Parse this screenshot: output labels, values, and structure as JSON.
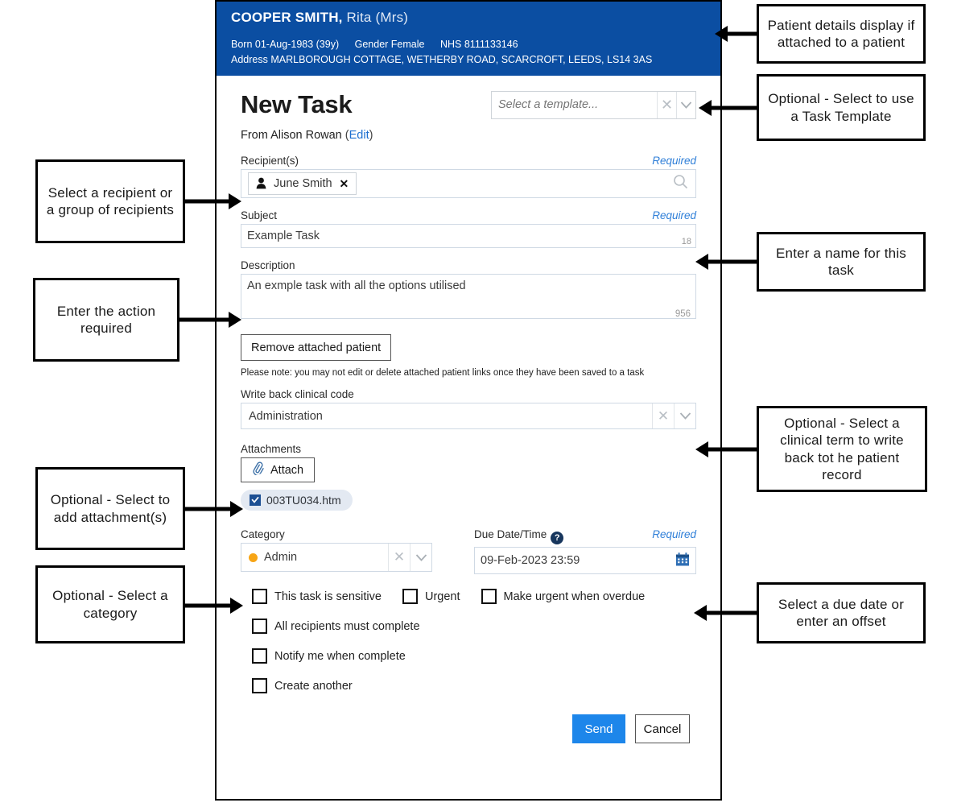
{
  "patient": {
    "surname": "COOPER SMITH,",
    "given": "Rita (Mrs)",
    "born_label": "Born",
    "born_value": "01-Aug-1983 (39y)",
    "gender_label": "Gender",
    "gender_value": "Female",
    "nhs_label": "NHS",
    "nhs_value": "8111133146",
    "address_label": "Address",
    "address_value": "MARLBOROUGH COTTAGE,   WETHERBY ROAD, SCARCROFT, LEEDS, LS14 3AS",
    "banner_color": "#0b4ea2"
  },
  "form": {
    "title": "New Task",
    "template_placeholder": "Select a template...",
    "template_clear_icon": "✕",
    "template_chevron_icon": "⌄",
    "from_prefix": "From",
    "from_name": "Alison Rowan",
    "from_open_paren": "(",
    "from_edit": "Edit",
    "from_close_paren": ")",
    "recipients_label": "Recipient(s)",
    "recipients_required": "Required",
    "recipient_chip": "June Smith",
    "recipient_chip_remove": "✕",
    "recipient_search_icon": "⌕",
    "subject_label": "Subject",
    "subject_required": "Required",
    "subject_value": "Example Task",
    "subject_counter": "18",
    "description_label": "Description",
    "description_value": "An exmple task with all the options utilised",
    "description_counter": "956",
    "remove_patient_button": "Remove attached patient",
    "patient_note": "Please note: you may not edit or delete attached patient links once they have been saved to a task",
    "clinical_code_label": "Write back clinical code",
    "clinical_code_value": "Administration",
    "clinical_clear_icon": "✕",
    "clinical_chevron_icon": "⌄",
    "attachments_label": "Attachments",
    "attach_button": "Attach",
    "attach_icon": "📎",
    "attached_file": "003TU034.htm",
    "attached_file_icon": "☑",
    "category_label": "Category",
    "category_value": "Admin",
    "category_dot_color": "#f7a516",
    "category_clear_icon": "✕",
    "category_chevron_icon": "⌄",
    "due_label": "Due Date/Time",
    "due_help_icon": "?",
    "due_required": "Required",
    "due_value": "09-Feb-2023 23:59",
    "due_calendar_icon": "Ὄ5",
    "checkboxes": [
      {
        "label": "This task is sensitive",
        "checked": false
      },
      {
        "label": "Urgent",
        "checked": false
      },
      {
        "label": "Make urgent when overdue",
        "checked": false
      },
      {
        "label": "All recipients must complete",
        "checked": false
      },
      {
        "label": "Notify me when complete",
        "checked": false
      },
      {
        "label": "Create another",
        "checked": false
      }
    ],
    "send_button": "Send",
    "cancel_button": "Cancel",
    "send_color": "#1d86ea"
  },
  "annotations": {
    "patient_details": "Patient details display if attached to a patient",
    "task_template": "Optional - Select to use a Task Template",
    "recipient": "Select a recipient or a group of recipients",
    "task_name": "Enter a name for this task",
    "action_required": "Enter the action required",
    "clinical_term": "Optional - Select a clinical term to write back tot he patient record",
    "attachments": "Optional - Select to add attachment(s)",
    "category": "Optional - Select a category",
    "due_date": "Select a due date or enter an offset"
  }
}
